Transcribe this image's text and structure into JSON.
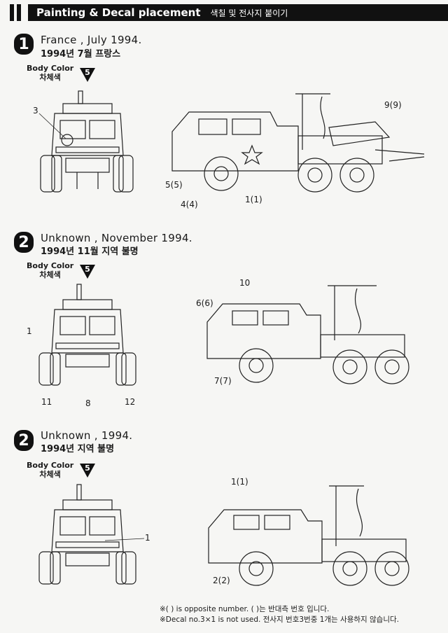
{
  "header": {
    "title": "Painting & Decal placement",
    "title_ko": "색칠 및 전사지 붙이기"
  },
  "sections": [
    {
      "number": "1",
      "title_en": "France , July 1994.",
      "title_ko": "1994년 7월 프랑스",
      "body_color_label": "Body Color",
      "body_color_ko": "차체색",
      "paint_number": "5",
      "callouts": [
        "3",
        "9(9)",
        "5(5)",
        "4(4)",
        "1(1)"
      ]
    },
    {
      "number": "2",
      "title_en": "Unknown , November 1994.",
      "title_ko": "1994년 11월 지역 불명",
      "body_color_label": "Body Color",
      "body_color_ko": "차체색",
      "paint_number": "5",
      "callouts": [
        "1",
        "11",
        "8",
        "12",
        "10",
        "6(6)",
        "7(7)"
      ]
    },
    {
      "number": "2",
      "title_en": "Unknown , 1994.",
      "title_ko": "1994년 지역 불명",
      "body_color_label": "Body Color",
      "body_color_ko": "차체색",
      "paint_number": "5",
      "callouts": [
        "1",
        "1(1)",
        "2(2)"
      ]
    }
  ],
  "footnotes": [
    "※( ) is opposite number. ( )는 반대측 번호 입니다.",
    "※Decal no.3×1 is not used. 전사지 번호3번중 1개는 사용하지 않습니다."
  ],
  "colors": {
    "ink": "#111111",
    "paper": "#f6f6f4"
  }
}
